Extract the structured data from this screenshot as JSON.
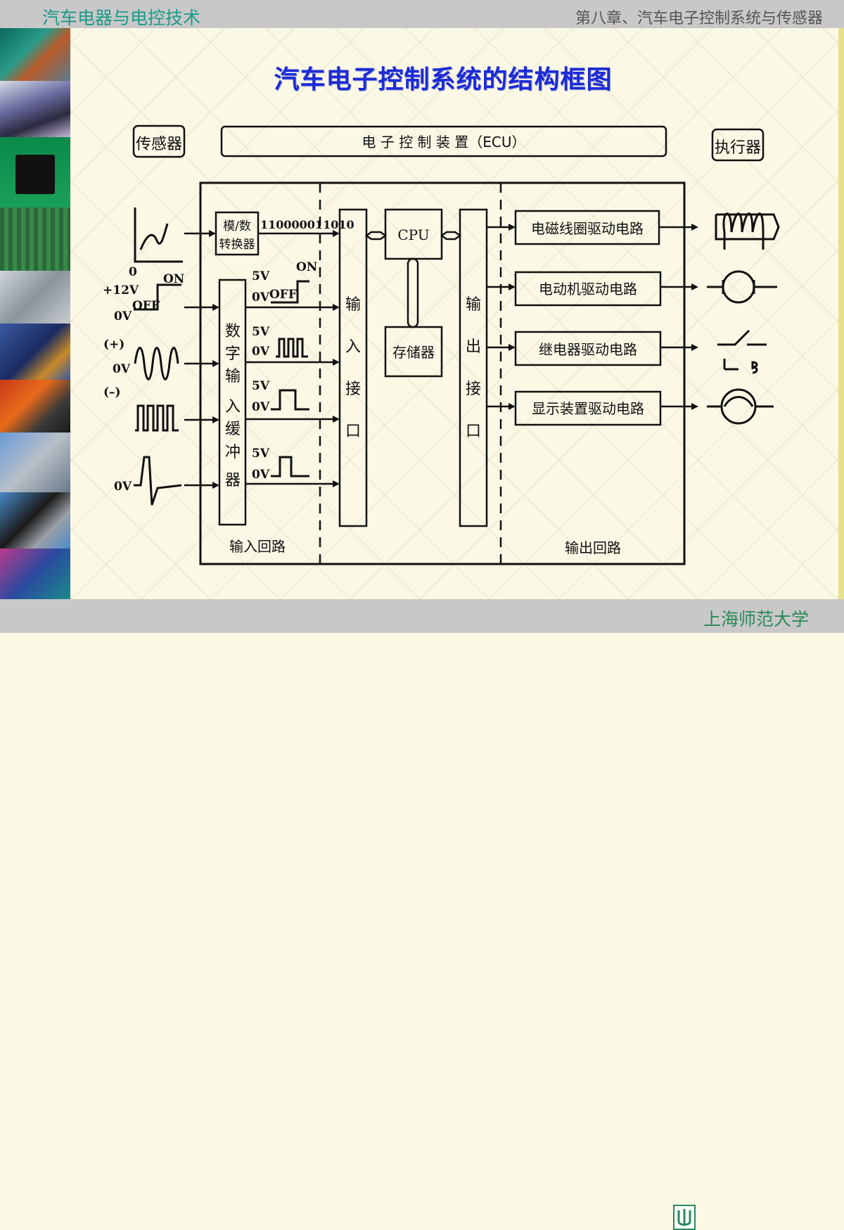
{
  "header": {
    "course": "汽车电器与电控技术",
    "chapter": "第八章、汽车电子控制系统与传感器"
  },
  "title": "汽车电子控制系统的结构框图",
  "footer": {
    "university": "上海师范大学"
  },
  "diagram": {
    "sensors_label": "传感器",
    "ecu_label": "电 子 控 制 装 置（ECU）",
    "actuators_label": "执行器",
    "ad_converter": [
      "模/数",
      "转换器"
    ],
    "binary": "110000011010",
    "cpu": "CPU",
    "memory": "存储器",
    "input_buffer": [
      "数",
      "字",
      "输",
      "入",
      "缓",
      "冲",
      "器"
    ],
    "input_interface": [
      "输",
      "入",
      "接",
      "口"
    ],
    "output_interface": [
      "输",
      "出",
      "接",
      "口"
    ],
    "drivers": [
      "电磁线圈驱动电路",
      "电动机驱动电路",
      "继电器驱动电路",
      "显示装置驱动电路"
    ],
    "input_circuit": "输入回路",
    "output_circuit": "输出回路",
    "labels": {
      "zero_top": "0",
      "on1": "ON",
      "v12": "+12V",
      "off1": "OFF",
      "zero_v1": "0V",
      "plus": "(+)",
      "zero_v2": "0V",
      "minus": "(–)",
      "zero_v3": "0V",
      "v5_a": "5V",
      "ov_a": "0V",
      "off2": "OFF",
      "on2": "ON",
      "v5_b": "5V",
      "ov_b": "0V",
      "v5_c": "5V",
      "ov_c": "0V",
      "v5_d": "5V",
      "ov_d": "0V"
    }
  }
}
